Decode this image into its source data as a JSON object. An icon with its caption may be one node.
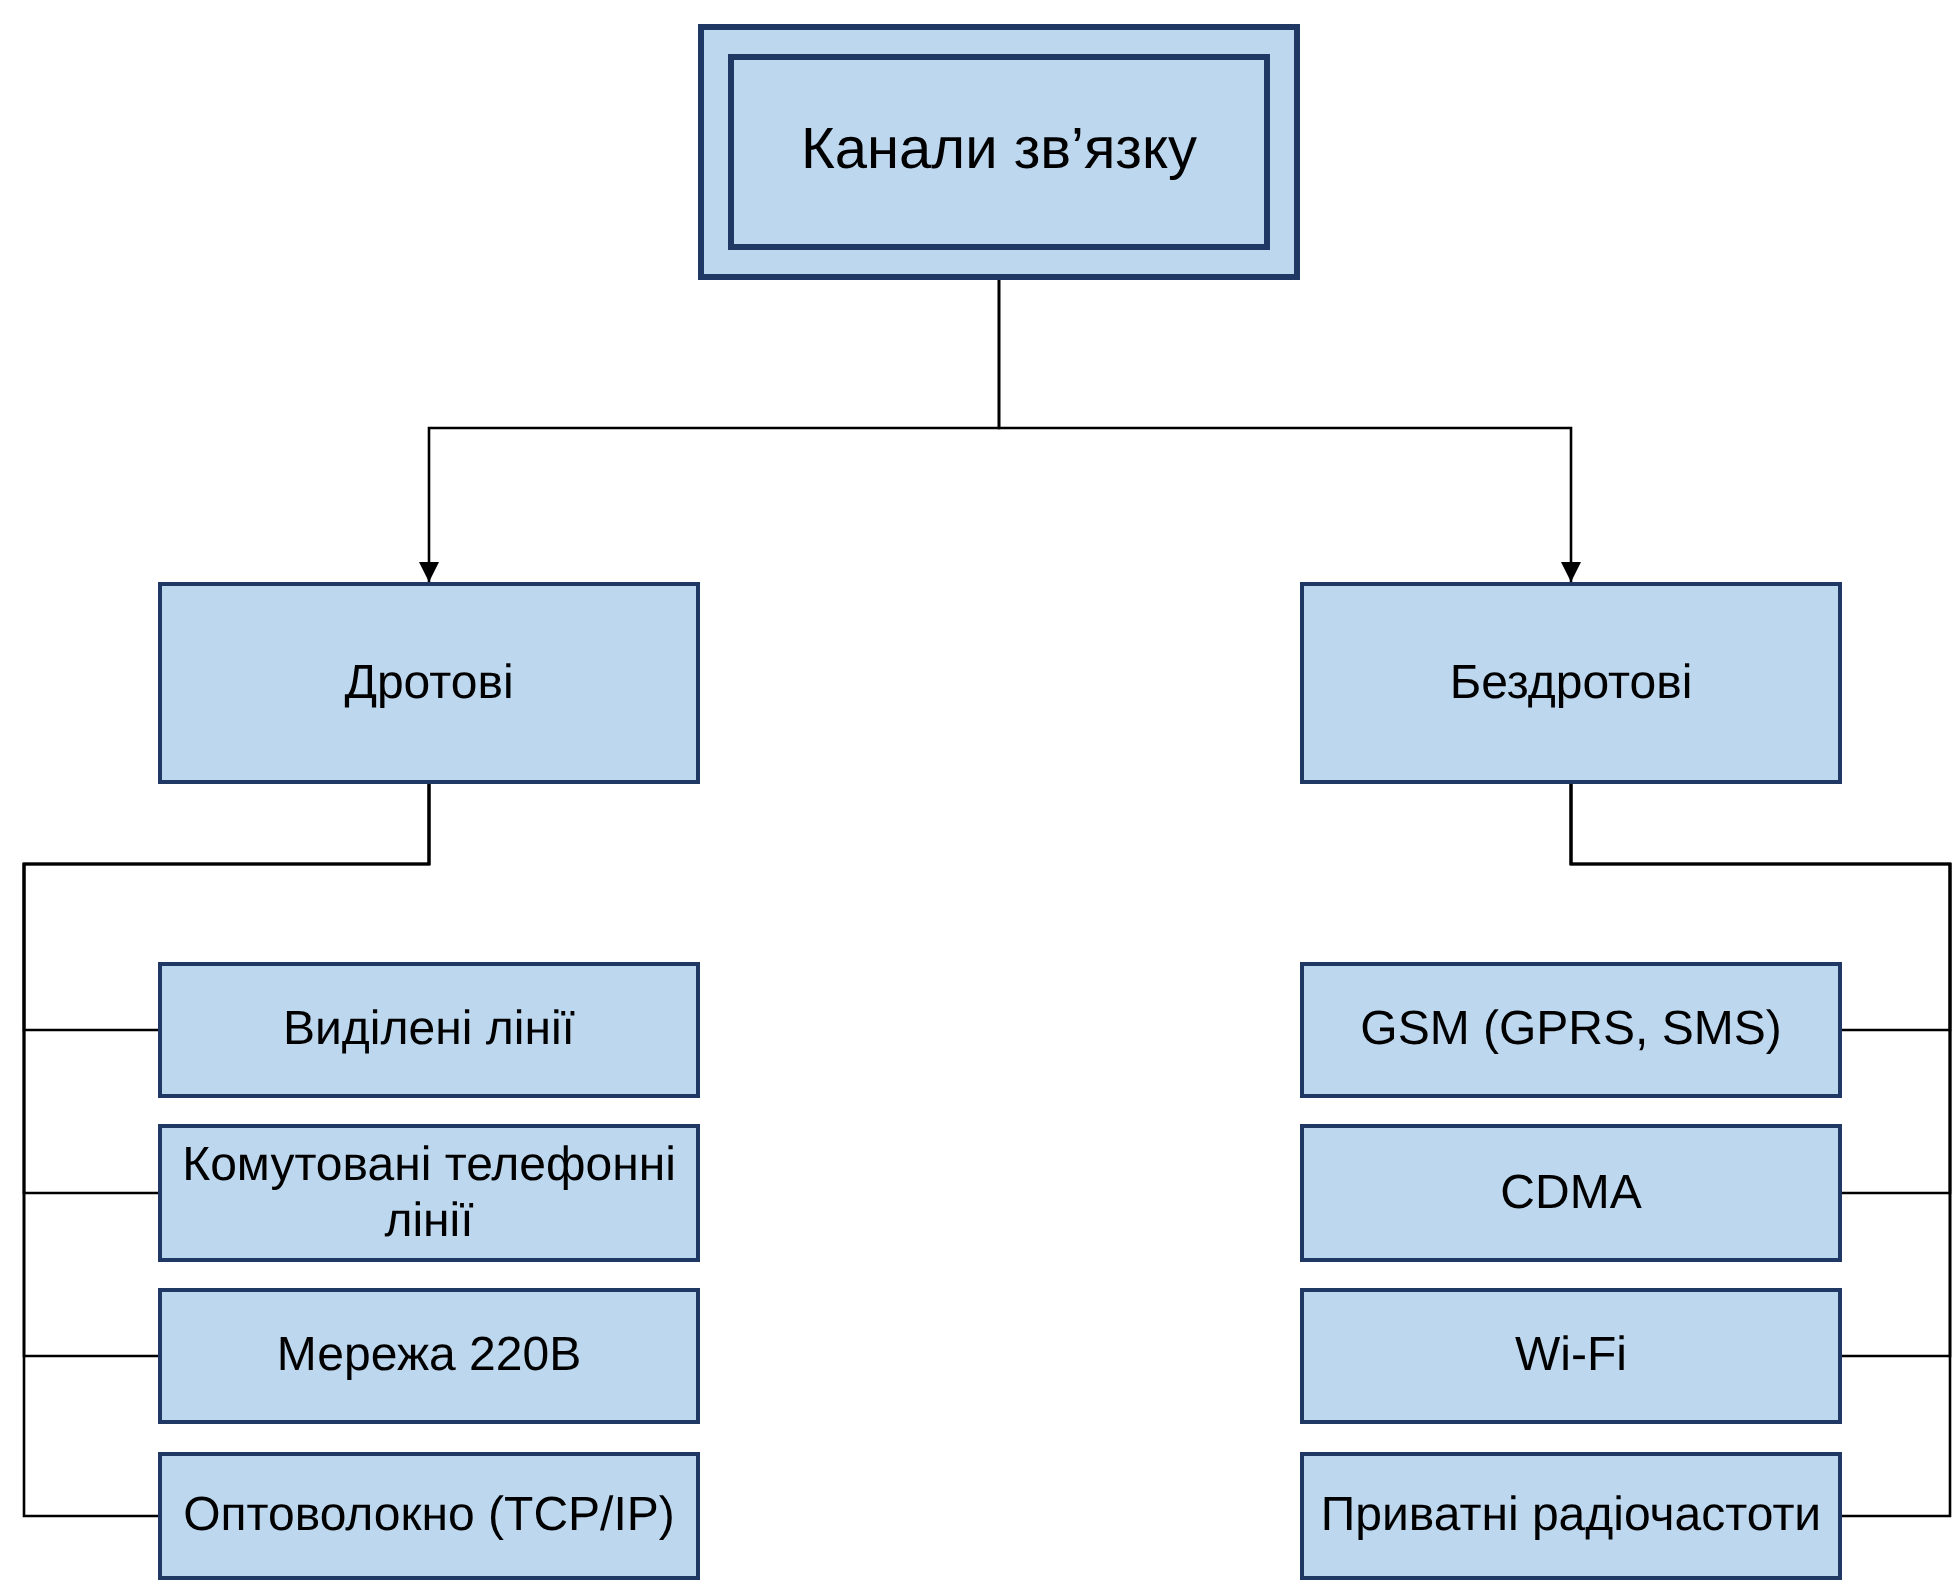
{
  "diagram": {
    "nodes": [
      {
        "text": [
          "Канали зв’язку"
        ]
      },
      {
        "text": [
          "Дротові"
        ]
      },
      {
        "text": [
          "Бездротові"
        ]
      },
      {
        "text": [
          "Виділені лінії"
        ]
      },
      {
        "text": [
          "Комутовані телефонні лінії"
        ]
      },
      {
        "text": [
          "Мережа 220В"
        ]
      },
      {
        "text": [
          "Оптоволокно (TCP/IP)"
        ]
      },
      {
        "text": [
          "GSM (GPRS, SMS)"
        ]
      },
      {
        "text": [
          "CDMA"
        ]
      },
      {
        "text": [
          "Wi-Fi"
        ]
      },
      {
        "text": [
          "Приватні радіочастоти"
        ]
      }
    ],
    "edges": [
      {
        "from": 0,
        "to": 1,
        "arrow": "to"
      },
      {
        "from": 0,
        "to": 2,
        "arrow": "to"
      },
      {
        "from": 1,
        "to": 3,
        "arrow": "none"
      },
      {
        "from": 1,
        "to": 4,
        "arrow": "none"
      },
      {
        "from": 1,
        "to": 5,
        "arrow": "none"
      },
      {
        "from": 1,
        "to": 6,
        "arrow": "none"
      },
      {
        "from": 2,
        "to": 7,
        "arrow": "none"
      },
      {
        "from": 2,
        "to": 8,
        "arrow": "none"
      },
      {
        "from": 2,
        "to": 9,
        "arrow": "none"
      },
      {
        "from": 2,
        "to": 10,
        "arrow": "none"
      }
    ]
  }
}
